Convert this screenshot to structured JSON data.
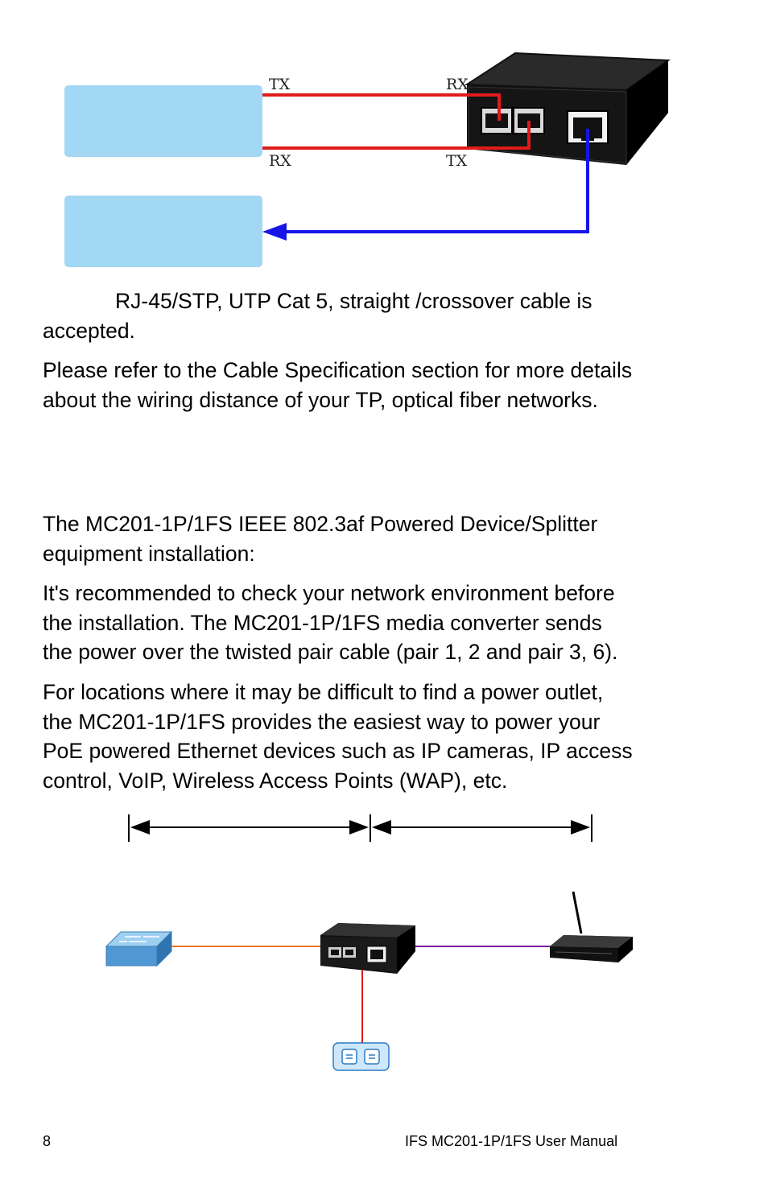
{
  "fiber_diagram": {
    "labels": {
      "tx_left": "TX",
      "rx_left": "RX",
      "rx_right": "RX",
      "tx_right": "TX"
    },
    "colors": {
      "fiber": "#e01b1b",
      "copper": "#1515e8",
      "box": "#a3d8f4"
    }
  },
  "body": {
    "cable_note_line1": "RJ-45/STP, UTP Cat 5, straight /crossover cable is",
    "cable_note_line2": "accepted.",
    "refer_line1": "Please refer to the Cable Specification section for more details",
    "refer_line2": "about the wiring distance of your TP, optical fiber networks.",
    "poe_intro_line1": "The MC201-1P/1FS IEEE 802.3af Powered Device/Splitter",
    "poe_intro_line2": "equipment installation:",
    "recommend_line1": "It's recommended to check your network environment before",
    "recommend_line2": "the installation. The MC201-1P/1FS media converter sends",
    "recommend_line3": "the power over the twisted pair cable (pair 1, 2 and pair 3, 6).",
    "locations_line1": "For locations where it may be difficult to find a power outlet,",
    "locations_line2": "the MC201-1P/1FS provides the easiest way to power your",
    "locations_line3": "PoE powered Ethernet devices such as IP cameras, IP access",
    "locations_line4": "control, VoIP, Wireless Access Points (WAP), etc."
  },
  "footer": {
    "page_number": "8",
    "manual_title": "IFS MC201-1P/1FS User Manual"
  }
}
